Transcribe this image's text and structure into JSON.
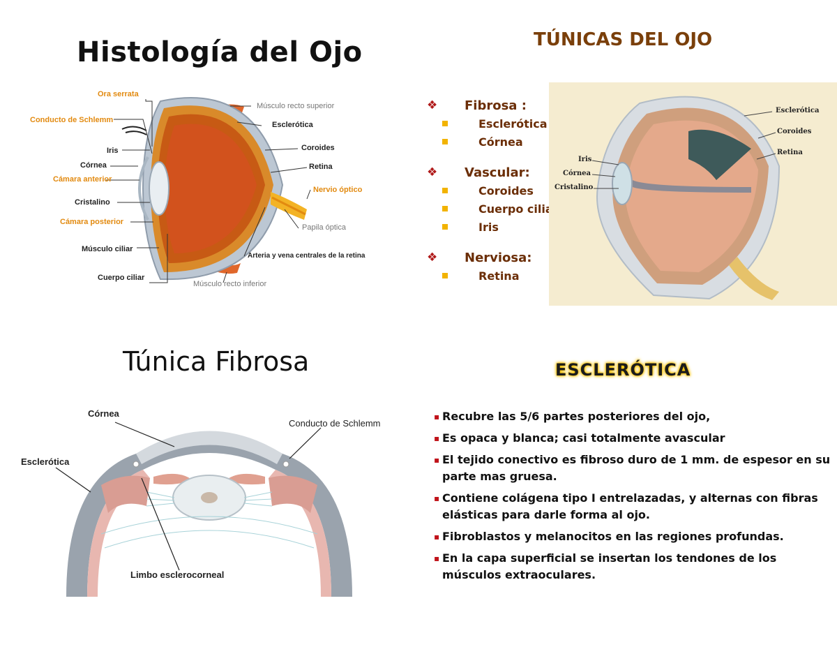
{
  "headings": {
    "histologia": "Histología del Ojo",
    "tunicas": "TÚNICAS DEL OJO",
    "tunica_fibrosa": "Túnica Fibrosa",
    "esclerotica": "ESCLERÓTICA"
  },
  "eye_diagram": {
    "labels": {
      "ora_serrata": "Ora serrata",
      "conducto_schlemm": "Conducto de Schlemm",
      "iris": "Iris",
      "cornea": "Córnea",
      "camara_anterior": "Cámara anterior",
      "cristalino": "Cristalino",
      "camara_posterior": "Cámara posterior",
      "musculo_ciliar": "Músculo ciliar",
      "cuerpo_ciliar": "Cuerpo ciliar",
      "musculo_recto_superior": "Músculo recto superior",
      "esclerotica": "Esclerótica",
      "coroides": "Coroides",
      "retina": "Retina",
      "nervio_optico": "Nervio óptico",
      "papila_optica": "Papila óptica",
      "arteria_vena": "Arteria y vena centrales de la retina",
      "musculo_recto_inferior": "Músculo recto inferior"
    }
  },
  "cutaway_diagram": {
    "labels": {
      "esclerotica": "Esclerótica",
      "coroides": "Coroides",
      "retina": "Retina",
      "iris": "Iris",
      "cornea": "Córnea",
      "cristalino": "Cristalino"
    }
  },
  "tunicas_list": [
    {
      "name": "Fibrosa :",
      "items": [
        "Esclerótica",
        "Córnea"
      ]
    },
    {
      "name": "Vascular:",
      "items": [
        "Coroides",
        "Cuerpo ciliar",
        "Iris"
      ]
    },
    {
      "name": "Nerviosa:",
      "items": [
        "Retina"
      ]
    }
  ],
  "fibrosa_diagram": {
    "labels": {
      "cornea": "Córnea",
      "conducto_schlemm": "Conducto de Schlemm",
      "esclerotica": "Esclerótica",
      "limbo": "Limbo esclerocorneal"
    }
  },
  "esclerotica_points": [
    "Recubre las 5/6 partes posteriores del ojo,",
    "Es opaca y blanca; casi totalmente avascular",
    "El tejido conectivo es fibroso duro de 1 mm. de espesor en su parte mas gruesa.",
    "Contiene colágena tipo I entrelazadas, y alternas con fibras elásticas para darle forma al ojo.",
    "Fibroblastos y melanocitos en las regiones profundas.",
    "En la capa superficial se insertan los tendones de los músculos extraoculares."
  ],
  "colors": {
    "tunicas_title": "#7a3f0a",
    "list_text": "#6b2e07",
    "bullet_red": "#b01a1a",
    "square_yellow": "#f2b300",
    "highlight": "#f6c000",
    "label_orange": "#e28a10"
  }
}
